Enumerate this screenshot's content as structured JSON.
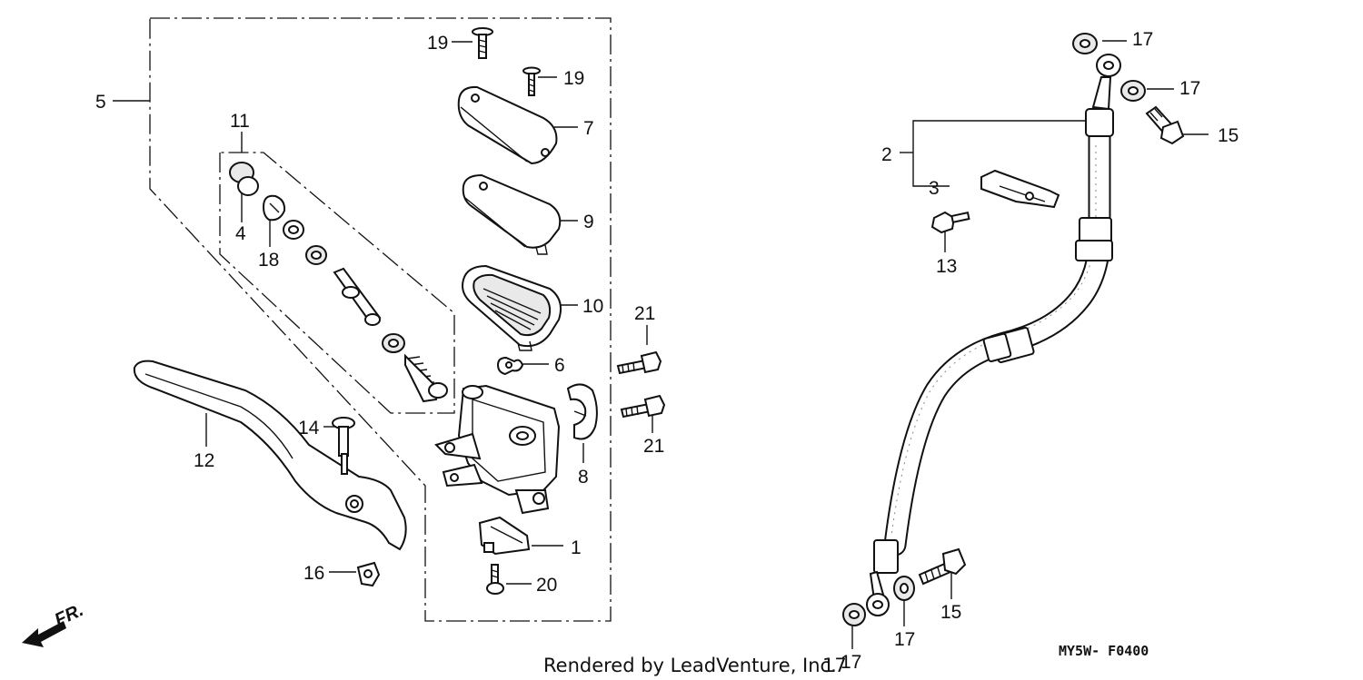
{
  "labels": {
    "p1": "1",
    "p2": "2",
    "p3": "3",
    "p4": "4",
    "p5": "5",
    "p6": "6",
    "p7": "7",
    "p8": "8",
    "p9": "9",
    "p10": "10",
    "p11": "11",
    "p12": "12",
    "p13": "13",
    "p14": "14",
    "p15a": "15",
    "p15b": "15",
    "p16": "16",
    "p17a": "17",
    "p17b": "17",
    "p17c": "17",
    "p17d": "17",
    "p18": "18",
    "p19a": "19",
    "p19b": "19",
    "p20": "20",
    "p21a": "21",
    "p21b": "21"
  },
  "footer": {
    "rendered_by": "Rendered by LeadVenture, Inc.",
    "page_number": "17"
  },
  "diagram_code": "MY5W- F0400",
  "direction_label": "FR."
}
